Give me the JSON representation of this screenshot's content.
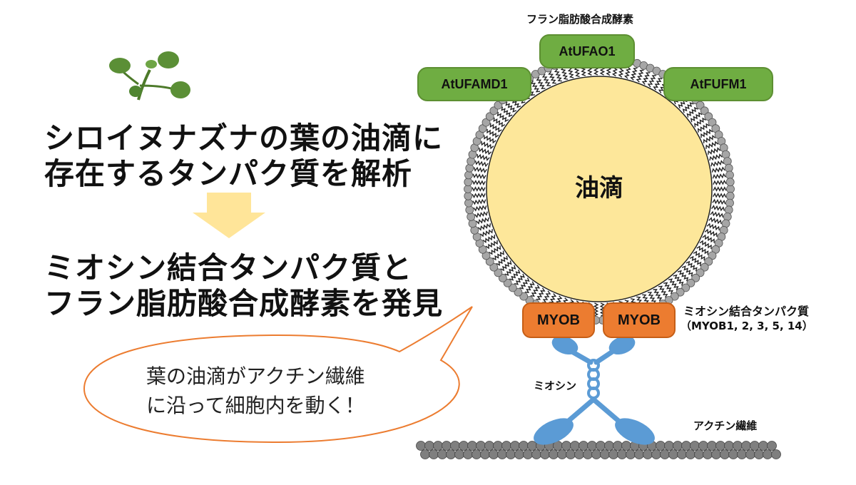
{
  "title": {
    "line1": "シロイヌナズナの葉の油滴に",
    "line2": "存在するタンパク質を解析"
  },
  "result": {
    "line1": "ミオシン結合タンパク質と",
    "line2": "フラン脂肪酸合成酵素を発見"
  },
  "bubble": {
    "line1": "葉の油滴がアクチン繊維",
    "line2": "に沿って細胞内を動く！"
  },
  "diagram": {
    "enzyme_group_label": "フラン脂肪酸合成酵素",
    "enzymes": [
      "AtUFAO1",
      "AtUFAMD1",
      "AtFUFM1"
    ],
    "droplet_label": "油滴",
    "myob_labels": [
      "MYOB",
      "MYOB"
    ],
    "myob_group_label": "ミオシン結合タンパク質",
    "myob_members": "（MYOB1, 2, 3, 5, 14）",
    "myosin_label": "ミオシン",
    "actin_label": "アクチン繊維"
  },
  "colors": {
    "enzyme_fill": "#6fad42",
    "myob_fill": "#ec7c30",
    "droplet_fill": "#fde79a",
    "myosin_fill": "#5b9bd5",
    "arrow_fill": "#ffe599",
    "bubble_stroke": "#ec7c30",
    "lipid_head": "#a6a6a6",
    "actin": "#7f7f7f"
  },
  "icons": [
    "plant-seedling-icon",
    "down-arrow-icon"
  ]
}
